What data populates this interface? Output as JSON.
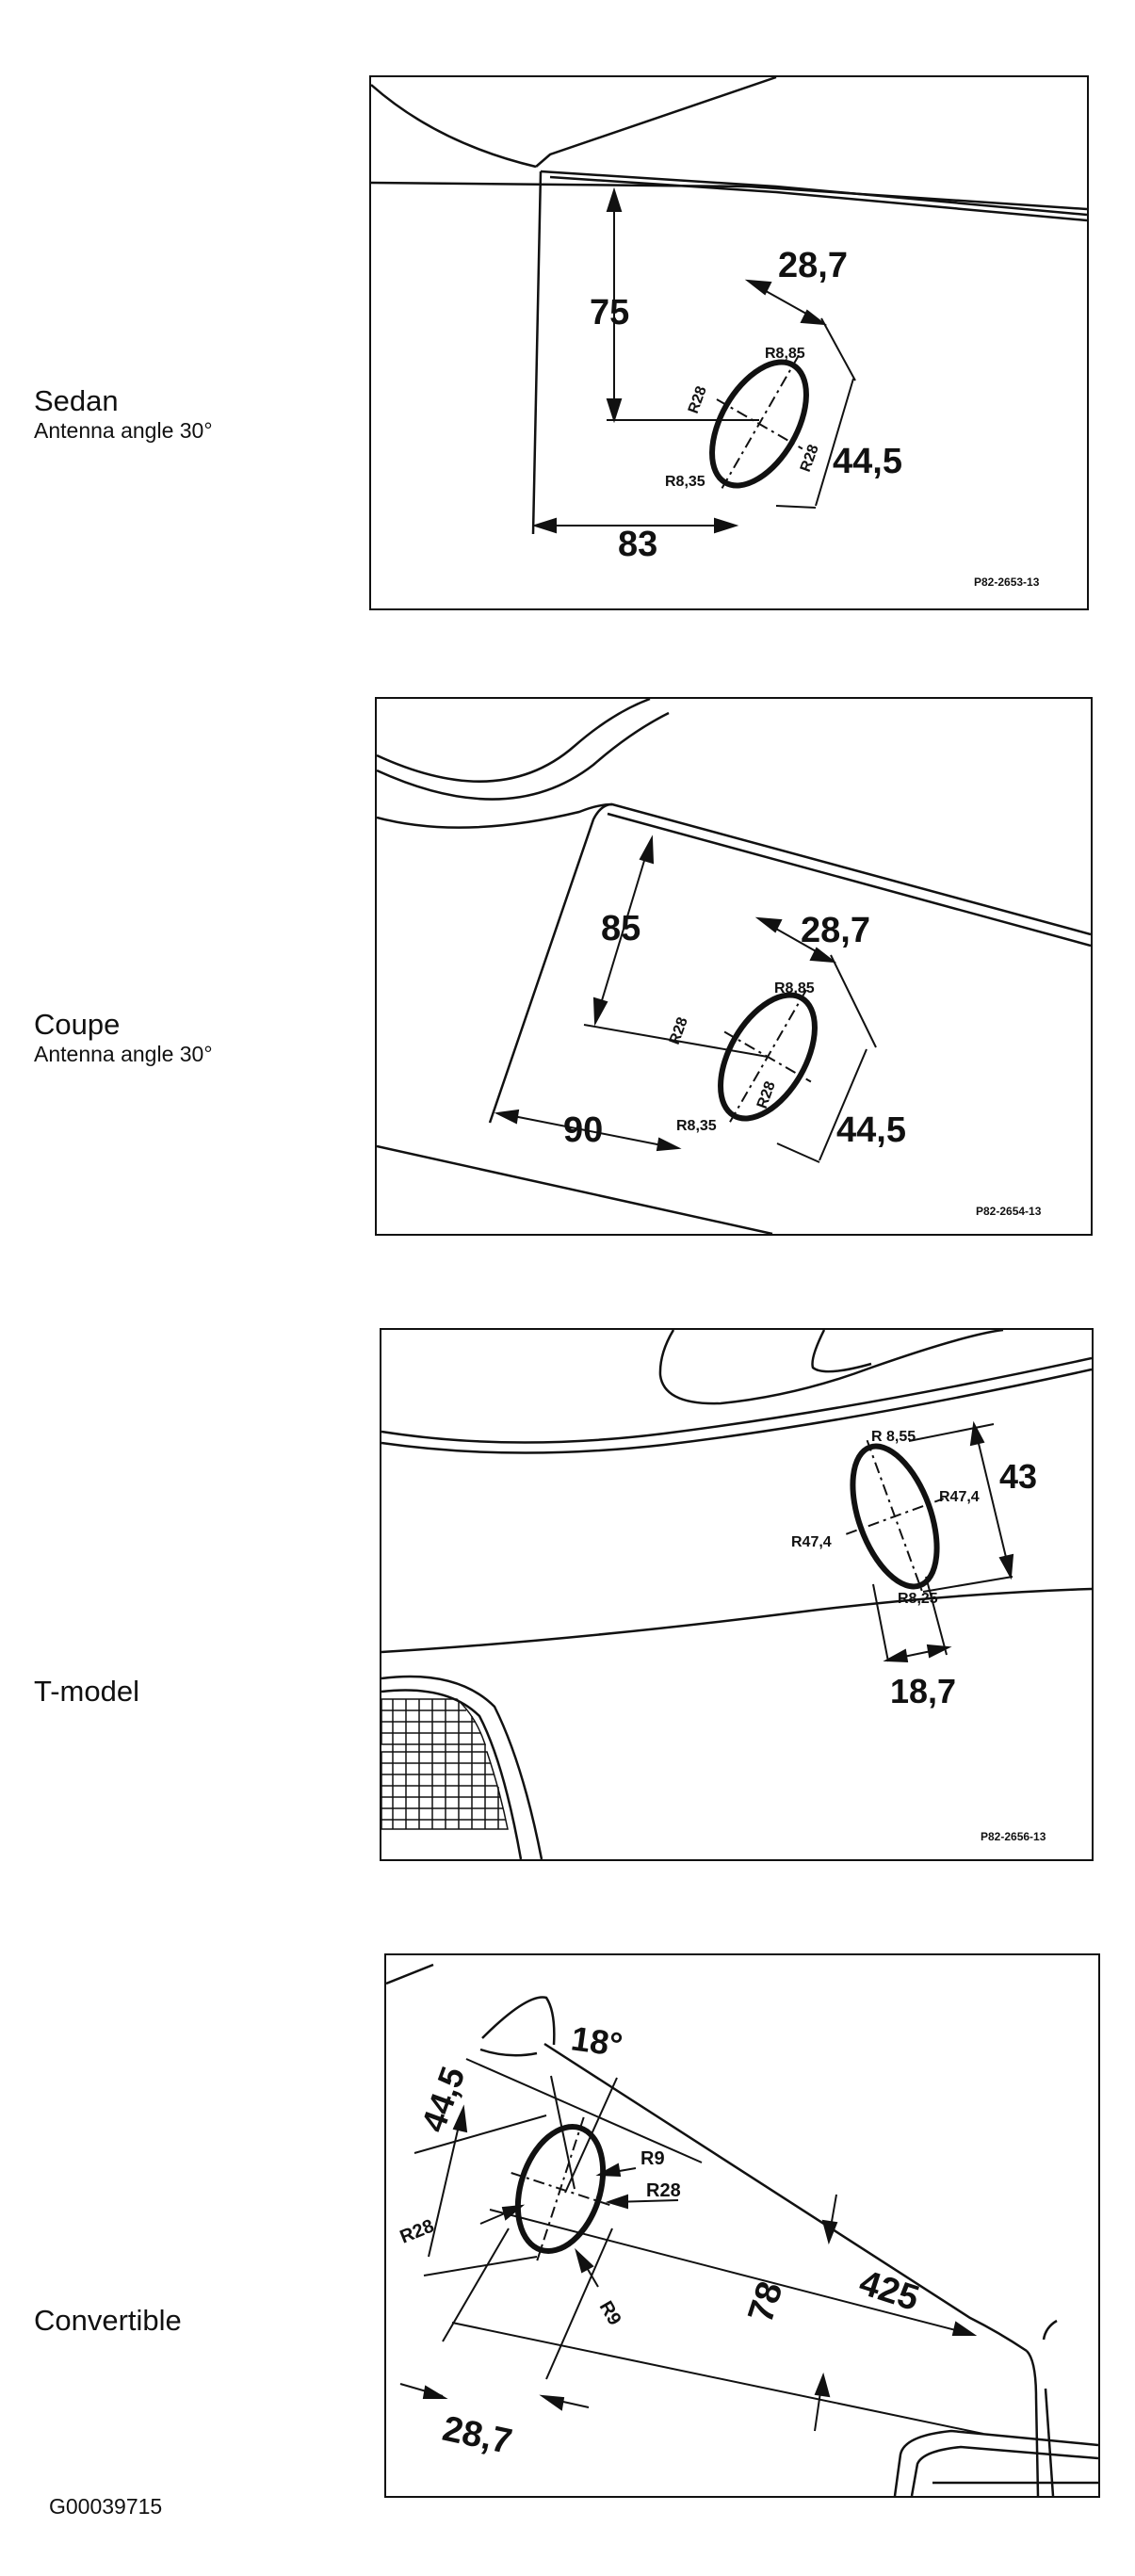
{
  "sedan": {
    "title": "Sedan",
    "subtitle": "Antenna angle 30°",
    "dims": {
      "d1": "75",
      "d2": "28,7",
      "d3": "44,5",
      "d4": "83"
    },
    "radii": {
      "r1": "R8,85",
      "r2": "R28",
      "r3": "R28",
      "r4": "R8,35"
    },
    "code": "P82-2653-13"
  },
  "coupe": {
    "title": "Coupe",
    "subtitle": "Antenna angle 30°",
    "dims": {
      "d1": "85",
      "d2": "28,7",
      "d3": "44,5",
      "d4": "90"
    },
    "radii": {
      "r1": "R8,85",
      "r2": "R28",
      "r3": "R28",
      "r4": "R8,35"
    },
    "code": "P82-2654-13"
  },
  "tmodel": {
    "title": "T-model",
    "dims": {
      "d1": "43",
      "d2": "18,7"
    },
    "radii": {
      "r1": "R 8,55",
      "r2": "R47,4",
      "r3": "R47,4",
      "r4": "R8,25"
    },
    "code": "P82-2656-13"
  },
  "convertible": {
    "title": "Convertible",
    "dims": {
      "angle": "18°",
      "d1": "44,5",
      "d2": "425",
      "d3": "78",
      "d4": "28,7"
    },
    "radii": {
      "r1": "R9",
      "r2": "R28",
      "r3": "R28",
      "r4": "R9"
    }
  },
  "footer": {
    "code": "G00039715"
  }
}
